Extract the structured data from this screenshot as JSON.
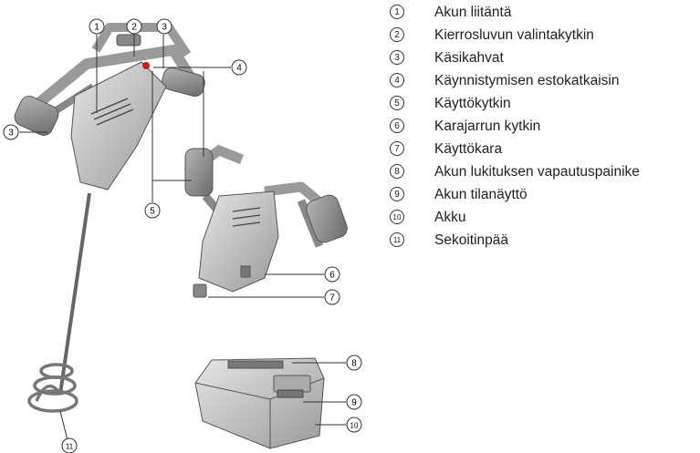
{
  "legend": [
    {
      "num": "1",
      "label": "Akun liitäntä"
    },
    {
      "num": "2",
      "label": "Kierrosluvun valintakytkin"
    },
    {
      "num": "3",
      "label": "Käsikahvat"
    },
    {
      "num": "4",
      "label": "Käynnistymisen estokatkaisin"
    },
    {
      "num": "5",
      "label": "Käyttökytkin"
    },
    {
      "num": "6",
      "label": "Karajarrun kytkin"
    },
    {
      "num": "7",
      "label": "Käyttökara"
    },
    {
      "num": "8",
      "label": "Akun lukituksen vapautuspainike"
    },
    {
      "num": "9",
      "label": "Akun tilanäyttö"
    },
    {
      "num": "10",
      "label": "Akku"
    },
    {
      "num": "11",
      "label": "Sekoitinpää"
    }
  ],
  "callouts": [
    "1",
    "2",
    "3",
    "3",
    "4",
    "5",
    "6",
    "7",
    "8",
    "9",
    "10",
    "11"
  ],
  "colors": {
    "body": "#c8c8c8",
    "body_dark": "#8c8c8c",
    "outline": "#555555",
    "accent_red": "#d11b1b"
  }
}
